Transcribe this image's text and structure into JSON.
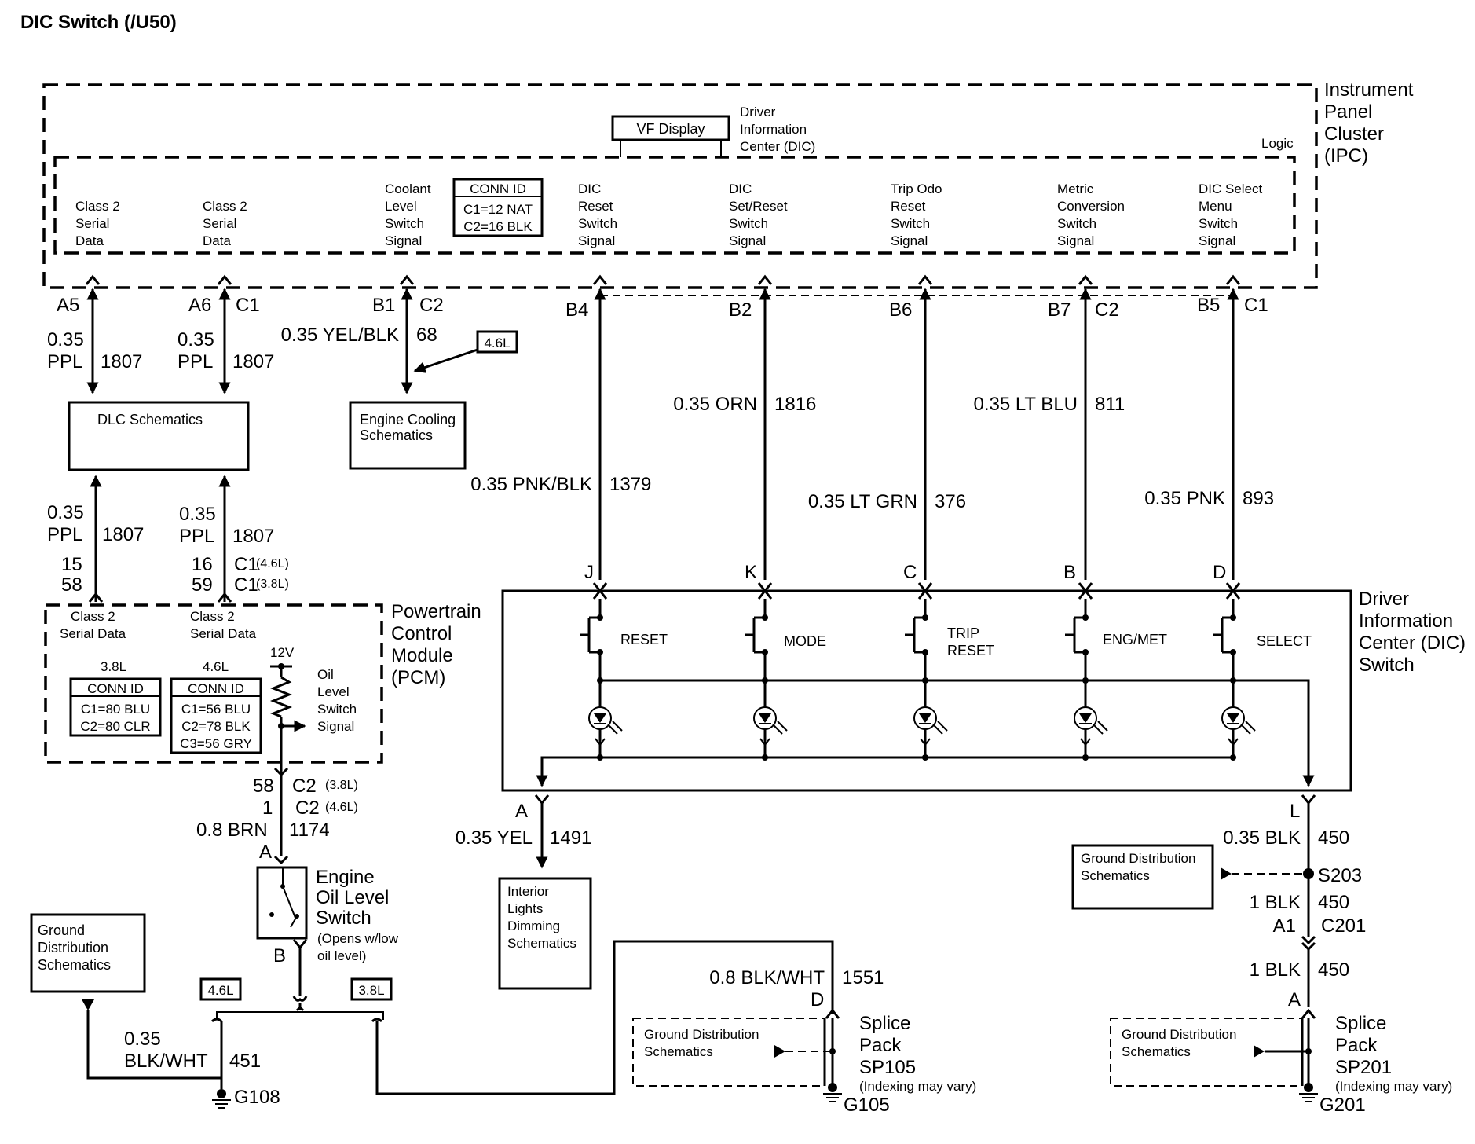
{
  "title": "DIC Switch (/U50)",
  "ipc": {
    "label": [
      "Instrument",
      "Panel",
      "Cluster",
      "(IPC)"
    ],
    "logic": "Logic",
    "vf_display": "VF Display",
    "dic_label": [
      "Driver",
      "Information",
      "Center (DIC)"
    ],
    "conn_id": {
      "title": "CONN ID",
      "rows": [
        "C1=12 NAT",
        "C2=16 BLK"
      ]
    },
    "signals": {
      "s1": [
        "Class 2",
        "Serial",
        "Data"
      ],
      "s2": [
        "Class 2",
        "Serial",
        "Data"
      ],
      "s3": [
        "Coolant",
        "Level",
        "Switch",
        "Signal"
      ],
      "s4": [
        "DIC",
        "Reset",
        "Switch",
        "Signal"
      ],
      "s5": [
        "DIC",
        "Set/Reset",
        "Switch",
        "Signal"
      ],
      "s6": [
        "Trip Odo",
        "Reset",
        "Switch",
        "Signal"
      ],
      "s7": [
        "Metric",
        "Conversion",
        "Switch",
        "Signal"
      ],
      "s8": [
        "DIC Select",
        "Menu",
        "Switch",
        "Signal"
      ]
    }
  },
  "pins": {
    "a5": "A5",
    "a6": "A6",
    "c1a": "C1",
    "b1": "B1",
    "c2a": "C2",
    "b4": "B4",
    "b2": "B2",
    "b6": "B6",
    "b7": "B7",
    "c2b": "C2",
    "b5": "B5",
    "c1b": "C1"
  },
  "wires": {
    "w1a": "0.35",
    "w1b": "PPL",
    "w1c": "1807",
    "w2a": "0.35",
    "w2b": "PPL",
    "w2c": "1807",
    "w3a": "0.35 YEL/BLK",
    "w3c": "68",
    "w4a": "0.35 PNK/BLK",
    "w4c": "1379",
    "w5a": "0.35 ORN",
    "w5c": "1816",
    "w6a": "0.35 LT GRN",
    "w6c": "376",
    "w7a": "0.35 LT BLU",
    "w7c": "811",
    "w8a": "0.35 PNK",
    "w8c": "893",
    "w9a": "0.35",
    "w9b": "PPL",
    "w9c": "1807",
    "w10a": "0.35",
    "w10b": "PPL",
    "w10c": "1807",
    "p15": "15",
    "p58": "58",
    "p16": "16",
    "p59": "59",
    "c1_46": "C1",
    "c1_46s": "(4.6L)",
    "c1_38": "C1",
    "c1_38s": "(3.8L)"
  },
  "tag46": "4.6L",
  "dlc": "DLC Schematics",
  "engine_cooling": [
    "Engine Cooling",
    "Schematics"
  ],
  "pcm": {
    "label": [
      "Powertrain",
      "Control",
      "Module",
      "(PCM)"
    ],
    "cs1": [
      "Class 2",
      "Serial Data"
    ],
    "cs2": [
      "Class 2",
      "Serial Data"
    ],
    "l38": "3.8L",
    "l46": "4.6L",
    "conn38": {
      "title": "CONN ID",
      "rows": [
        "C1=80 BLU",
        "C2=80 CLR"
      ]
    },
    "conn46": {
      "title": "CONN ID",
      "rows": [
        "C1=56 BLU",
        "C2=78 BLK",
        "C3=56 GRY"
      ]
    },
    "v12": "12V",
    "oil": [
      "Oil",
      "Level",
      "Switch",
      "Signal"
    ]
  },
  "oil_circuit": {
    "p58": "58",
    "c2_38": "C2",
    "c2_38s": "(3.8L)",
    "p1": "1",
    "c2_46": "C2",
    "c2_46s": "(4.6L)",
    "wire": "0.8 BRN",
    "num": "1174",
    "pin_a": "A",
    "pin_b": "B",
    "switch_label": [
      "Engine",
      "Oil Level",
      "Switch"
    ],
    "switch_note": [
      "(Opens w/low",
      "oil level)"
    ],
    "tag46": "4.6L",
    "tag38": "3.8L"
  },
  "ground_left": {
    "box": [
      "Ground",
      "Distribution",
      "Schematics"
    ],
    "wire1": "0.35",
    "wire2": "BLK/WHT",
    "num": "451",
    "g": "G108"
  },
  "dic_switch": {
    "label": [
      "Driver",
      "Information",
      "Center (DIC)",
      "Switch"
    ],
    "pins": {
      "j": "J",
      "k": "K",
      "c": "C",
      "b": "B",
      "d": "D"
    },
    "buttons": {
      "reset": "RESET",
      "mode": "MODE",
      "trip1": "TRIP",
      "trip2": "RESET",
      "engmet": "ENG/MET",
      "select": "SELECT"
    }
  },
  "interior": {
    "pin": "A",
    "wire": "0.35 YEL",
    "num": "1491",
    "box": [
      "Interior",
      "Lights",
      "Dimming",
      "Schematics"
    ]
  },
  "sp105": {
    "wire": "0.8 BLK/WHT",
    "num": "1551",
    "pin": "D",
    "box": [
      "Ground Distribution",
      "Schematics"
    ],
    "label": [
      "Splice",
      "Pack",
      "SP105"
    ],
    "note": "(Indexing may vary)",
    "g": "G105"
  },
  "right_ground": {
    "pin_l": "L",
    "wire1": "0.35 BLK",
    "num1": "450",
    "gd_box": [
      "Ground Distribution",
      "Schematics"
    ],
    "s203": "S203",
    "wire2": "1 BLK",
    "num2": "450",
    "a1": "A1",
    "c201": "C201",
    "wire3": "1 BLK",
    "num3": "450",
    "pin_a": "A",
    "sp_box": [
      "Ground Distribution",
      "Schematics"
    ],
    "label": [
      "Splice",
      "Pack",
      "SP201"
    ],
    "note": "(Indexing may vary)",
    "g": "G201"
  }
}
